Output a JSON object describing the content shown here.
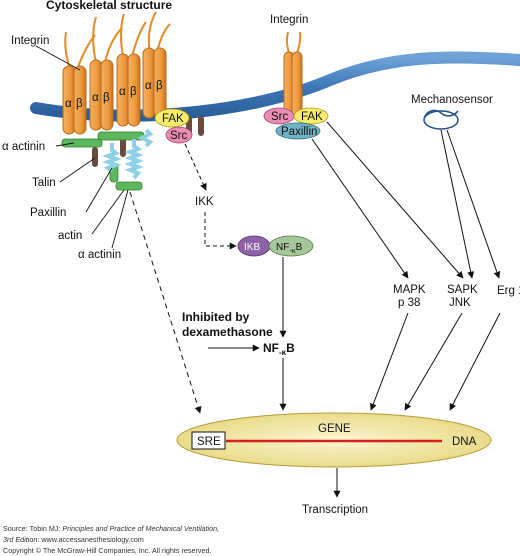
{
  "title": "Cytoskeletal structure",
  "labels": {
    "integrin_left": "Integrin",
    "integrin_right": "Integrin",
    "alpha": "α",
    "beta": "β",
    "fak": "FAK",
    "src": "Src",
    "paxillin": "Paxillin",
    "mechanosensor": "Mechanosensor",
    "alpha_actinin_1": "α actinin",
    "talin": "Talin",
    "paxillin_left": "Paxillin",
    "actin": "actin",
    "alpha_actinin_2": "α actinin",
    "ikk": "IKK",
    "ikb": "IKB",
    "nfkb_main": "NF",
    "nfkb_sub": "-κ",
    "nfkb_tail": "B",
    "mapk_1": "MAPK",
    "mapk_2": "p 38",
    "sapk_1": "SAPK",
    "sapk_2": "JNK",
    "erg": "Erg 1",
    "inhibited_1": "Inhibited by",
    "inhibited_2": "dexamethasone",
    "gene": "GENE",
    "sre": "SRE",
    "dna": "DNA",
    "transcription": "Transcription"
  },
  "source": {
    "line1_prefix": "Source: Tobin MJ: ",
    "line1_title": "Principles and Practice of Mechanical Ventilation,",
    "line2_edition": "3rd Edition",
    "line2_rest": ": www.accessanesthesiology.com",
    "line3": "Copyright © The McGraw-Hill Companies, Inc. All rights reserved."
  },
  "colors": {
    "membrane": "#3d78b8",
    "integrin": "#f0a043",
    "integrin_stroke": "#b86a1c",
    "fak": "#f6ee6a",
    "src": "#e98db1",
    "paxillin": "#6fb3c4",
    "talin": "#6b4b3e",
    "actin_green": "#5cb85c",
    "actinin_blue": "#8ed0e6",
    "ikb": "#8c63a8",
    "nfkb": "#a6c79a",
    "nucleus": "#f6eeb2",
    "dna": "#d62020"
  }
}
